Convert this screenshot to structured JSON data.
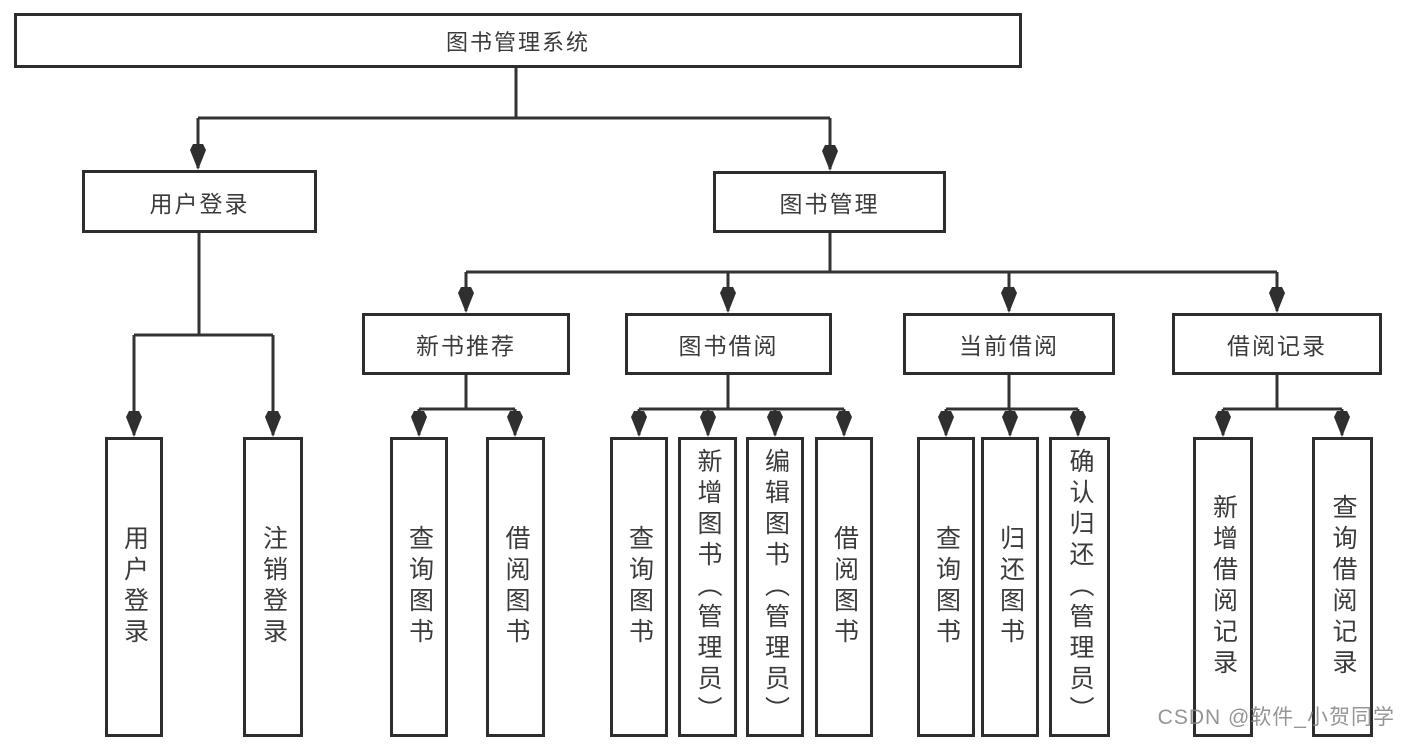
{
  "diagram": {
    "title": "图书管理系统",
    "branches": [
      {
        "label": "用户登录",
        "children": [
          "用户登录",
          "注销登录"
        ]
      },
      {
        "label": "图书管理",
        "groups": [
          {
            "label": "新书推荐",
            "children": [
              "查询图书",
              "借阅图书"
            ]
          },
          {
            "label": "图书借阅",
            "children": [
              "查询图书",
              "新增图书（管理员）",
              "编辑图书（管理员）",
              "借阅图书"
            ]
          },
          {
            "label": "当前借阅",
            "children": [
              "查询图书",
              "归还图书",
              "确认归还（管理员）"
            ]
          },
          {
            "label": "借阅记录",
            "children": [
              "新增借阅记录",
              "查询借阅记录"
            ]
          }
        ]
      }
    ]
  },
  "watermark": {
    "text": "CSDN @软件_小贺同学"
  },
  "colors": {
    "line": "#333333",
    "box_border": "#2d2d2d",
    "text": "#3b3b3b",
    "watermark": "#828282",
    "background": "#ffffff"
  }
}
